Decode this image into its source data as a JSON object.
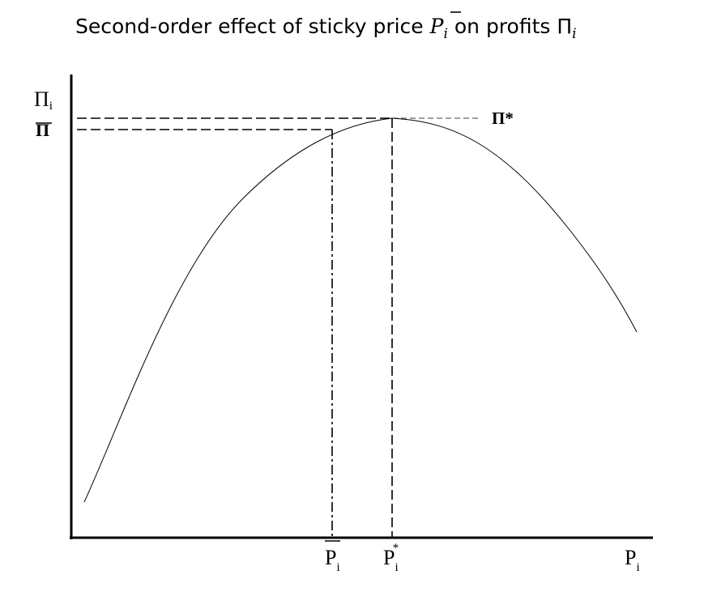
{
  "title": {
    "prefix": "Second-order effect of sticky price ",
    "sticky_price_symbol": "P",
    "sticky_price_subscript": "i",
    "middle": " on profits ",
    "profit_symbol": "Π",
    "profit_subscript": "i"
  },
  "y_axis": {
    "label": "Π",
    "label_subscript": "i",
    "tick_pi_bar": "Π",
    "tick_pi_star": "Π*"
  },
  "x_axis": {
    "label": "P",
    "label_subscript": "i",
    "tick_p_bar": "P",
    "tick_p_bar_subscript": "i",
    "tick_p_star": "P",
    "tick_p_star_subscript": "i",
    "tick_p_star_superscript": "*"
  },
  "colors": {
    "ink": "#000000",
    "background": "#ffffff"
  }
}
